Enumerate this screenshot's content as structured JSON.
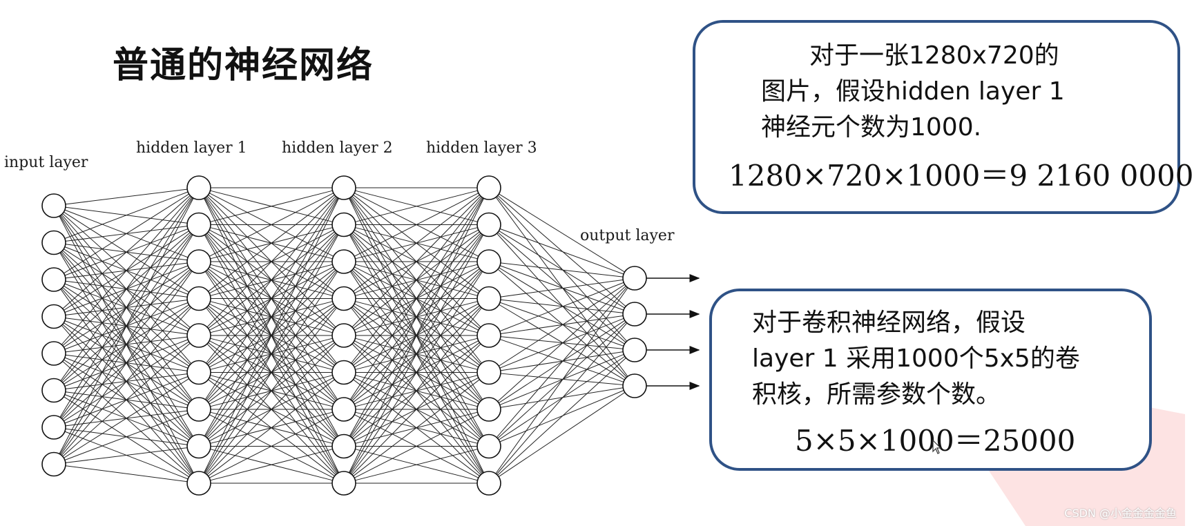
{
  "title": "普通的神经网络",
  "network": {
    "layers": [
      {
        "label": "input layer",
        "nodes": 8
      },
      {
        "label": "hidden layer 1",
        "nodes": 9
      },
      {
        "label": "hidden layer 2",
        "nodes": 9
      },
      {
        "label": "hidden layer 3",
        "nodes": 9
      },
      {
        "label": "output layer",
        "nodes": 4
      }
    ]
  },
  "callout_top": {
    "lines": [
      "对于一张1280x720的",
      "图片，假设hidden layer 1",
      "神经元个数为1000."
    ],
    "formula": "1280×720×1000＝9 2160 0000"
  },
  "callout_bottom": {
    "lines": [
      "对于卷积神经网络，假设",
      "layer 1 采用1000个5x5的卷",
      "积核，所需参数个数。"
    ],
    "formula": "5×5×1000＝25000"
  },
  "watermark": "CSDN @小金金金金鱼",
  "colors": {
    "callout_border": "#2f5286",
    "wedge": "#fde0e0"
  }
}
